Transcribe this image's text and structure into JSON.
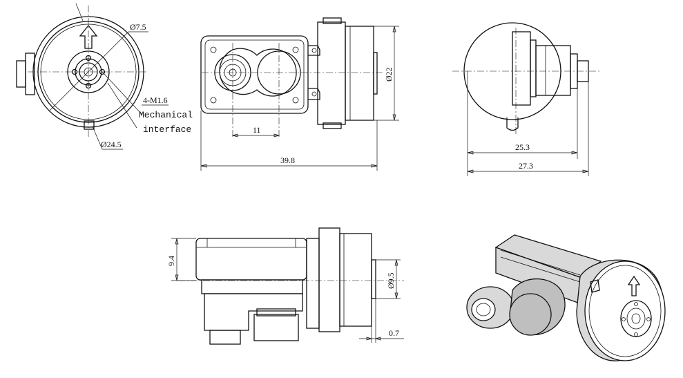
{
  "labels": {
    "front_hole_dia": "Ø7.5",
    "front_outer_dia": "Ø24.5",
    "thread_spec": "4-M1.6",
    "mech_line1": "Mechanical",
    "mech_line2": "interface",
    "top_pitch": "11",
    "top_length": "39.8",
    "top_height_dia": "Ø22",
    "right_inner_width": "25.3",
    "right_outer_width": "27.3",
    "side_height": "9.4",
    "side_flange_dia": "Ø9.5",
    "side_flange_thk": "0.7"
  }
}
